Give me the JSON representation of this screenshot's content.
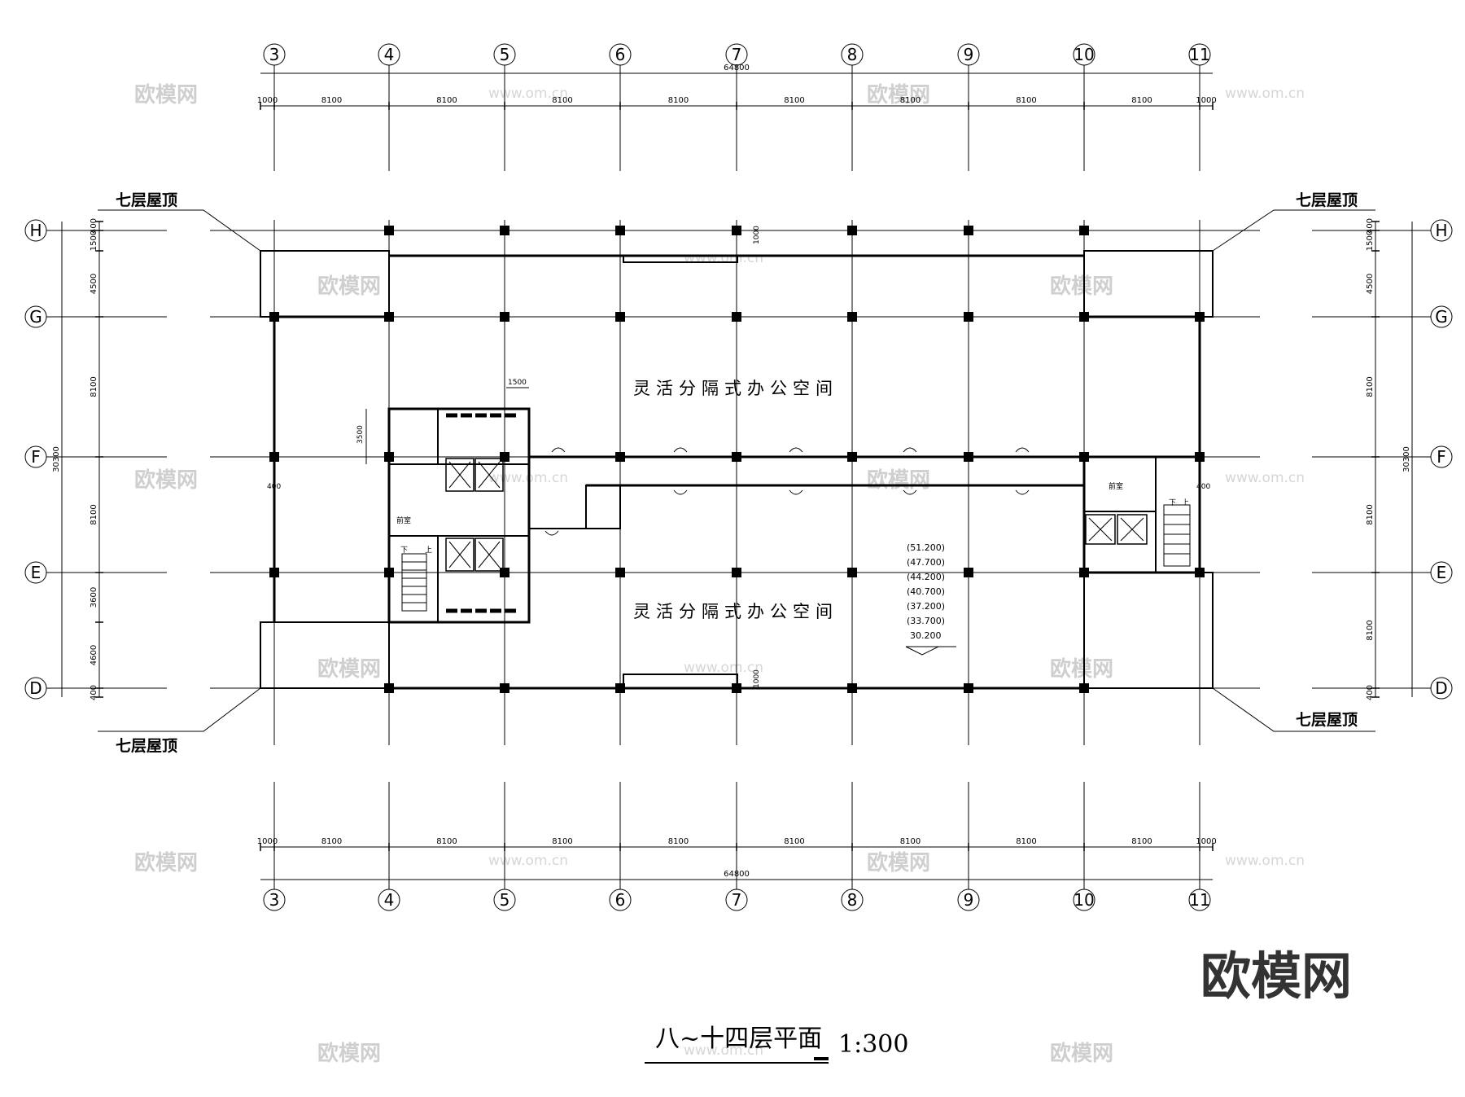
{
  "title": "八~十四层平面",
  "scale": "1:300",
  "brand": "欧模网",
  "watermark_text": "欧模网",
  "watermark_url": "www.om.cn",
  "axes_columns": [
    "3",
    "4",
    "5",
    "6",
    "7",
    "8",
    "9",
    "10",
    "11"
  ],
  "axes_rows": [
    "H",
    "G",
    "F",
    "E",
    "D"
  ],
  "overall_width": "64800",
  "overall_depth": "30300",
  "column_spacing": [
    "1000",
    "8100",
    "8100",
    "8100",
    "8100",
    "8100",
    "8100",
    "8100",
    "8100",
    "1000"
  ],
  "row_dims_left": [
    "400",
    "1500",
    "4500",
    "8100",
    "8100",
    "3600",
    "4600",
    "400"
  ],
  "row_dims_right": [
    "400",
    "1500",
    "4500",
    "8100",
    "8100",
    "8100",
    "400"
  ],
  "room_label": "灵活分隔式办公空间",
  "roof_label": "七层屋顶",
  "lobby_label": "前室",
  "stair_down": "下",
  "stair_up": "上",
  "small_dims": {
    "d1500": "1500",
    "d3500": "3500",
    "d1000": "1000",
    "d400": "400"
  },
  "elevations": [
    "(51.200)",
    "(47.700)",
    "(44.200)",
    "(40.700)",
    "(37.200)",
    "(33.700)",
    "30.200"
  ]
}
